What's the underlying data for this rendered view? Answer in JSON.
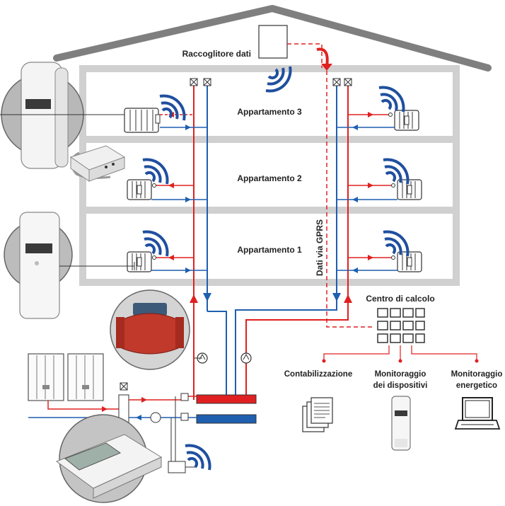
{
  "labels": {
    "data_collector": "Raccoglitore dati",
    "apartment_3": "Appartamento 3",
    "apartment_2": "Appartamento 2",
    "apartment_1": "Appartamento 1",
    "gprs": "Dati via GPRS",
    "computing_center": "Centro di calcolo",
    "accounting": "Contabilizzazione",
    "device_monitoring_line1": "Monitoraggio",
    "device_monitoring_line2": "dei dispositivi",
    "energy_monitoring_line1": "Monitoraggio",
    "energy_monitoring_line2": "energetico"
  },
  "colors": {
    "roof": "#7f7f7f",
    "building_fill": "#d0d0d0",
    "floor_fill": "#ffffff",
    "supply_red": "#e02020",
    "return_blue": "#1f5fb0",
    "wifi_blue": "#1f4f9f",
    "text": "#222222"
  },
  "icons": {
    "wireless": "wifi-waves-icon",
    "radiator": "radiator-icon",
    "heat_cost_allocator": "heat-cost-allocator-icon",
    "valve": "valve-icon",
    "pump": "pump-icon",
    "computer": "computer-monitor-icon",
    "documents": "documents-icon",
    "heat_meter": "heat-meter-icon",
    "water_meter": "water-meter-icon"
  }
}
